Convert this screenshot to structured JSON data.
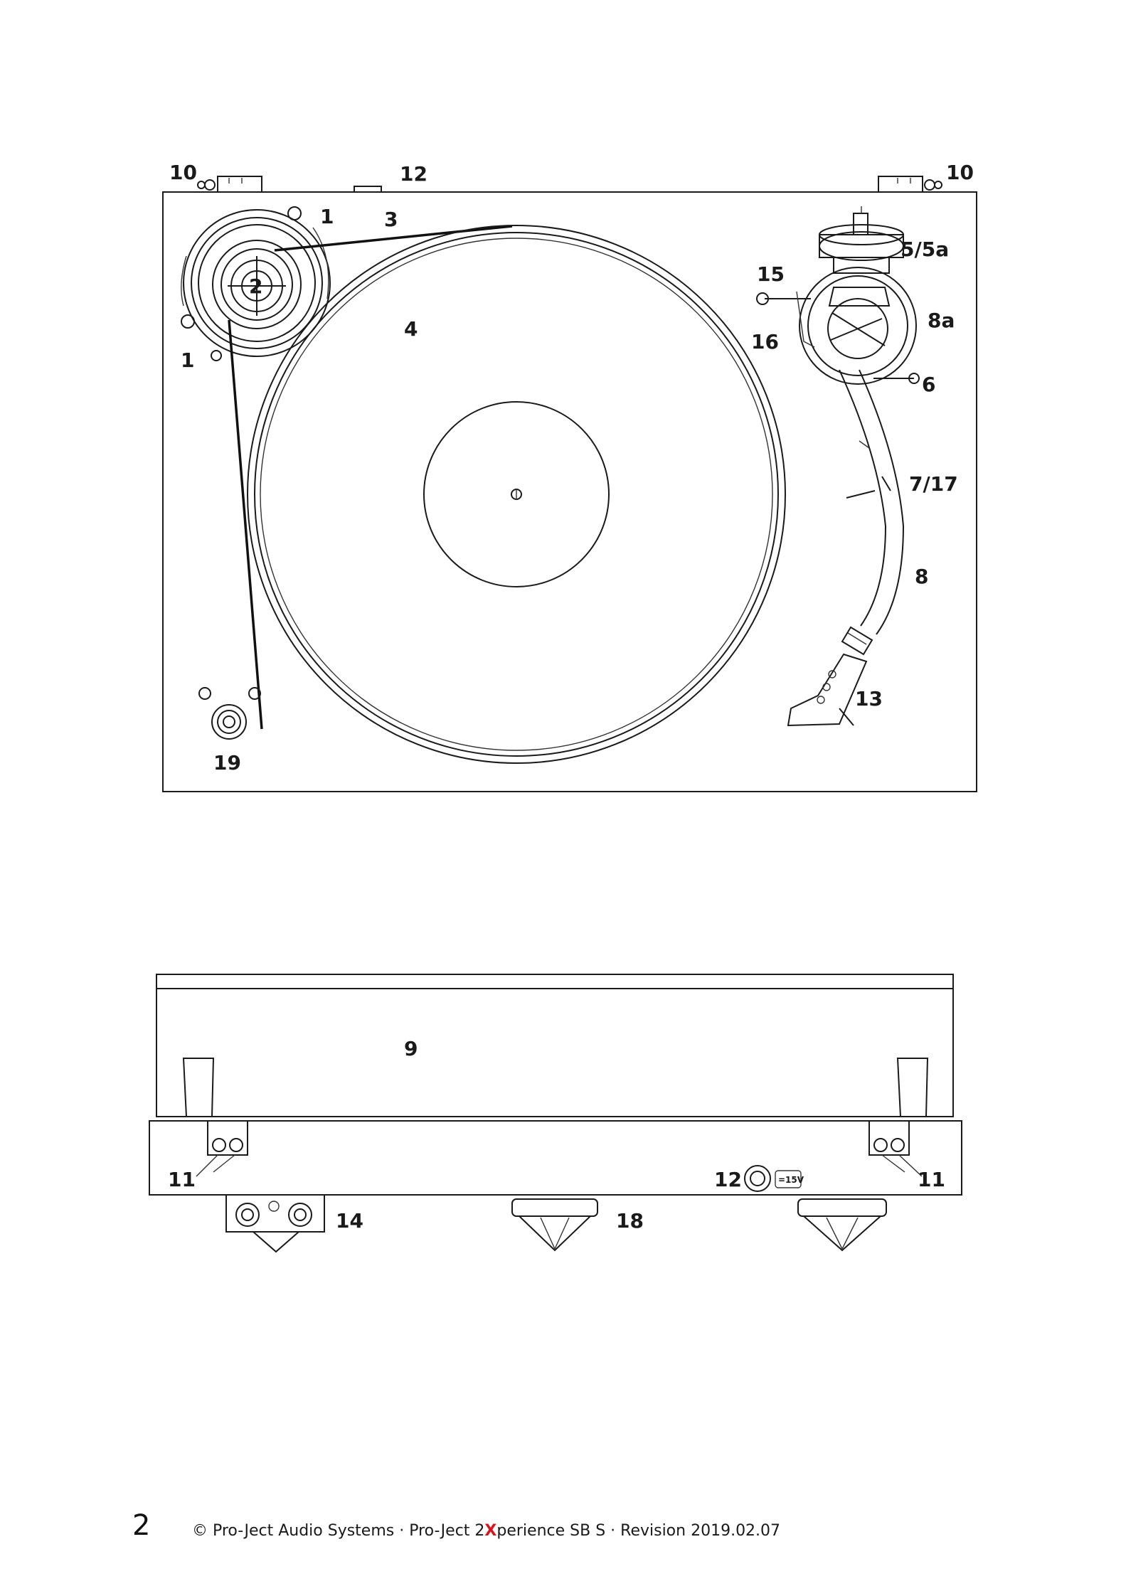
{
  "labels": {
    "top": {
      "l10_left": "10",
      "l12": "12",
      "l10_right": "10",
      "l1_top": "1",
      "l3": "3",
      "l2": "2",
      "l1_left": "1",
      "l4": "4",
      "l5": "5/5a",
      "l15": "15",
      "l8a": "8a",
      "l16": "16",
      "l6": "6",
      "l7": "7/17",
      "l8": "8",
      "l13": "13",
      "l19": "19"
    },
    "bottom": {
      "l9": "9",
      "l11_left": "11",
      "l11_right": "11",
      "l12": "12",
      "power_badge": "=15V",
      "l14": "14",
      "l18": "18"
    }
  },
  "footer": {
    "page_number": "2",
    "text_before": "© Pro-Ject Audio Systems · Pro-Ject 2",
    "text_x": "X",
    "text_after": "perience SB S · Revision 2019.02.07"
  },
  "colors": {
    "line": "#1a1a1a",
    "accent_red": "#d8141c"
  }
}
